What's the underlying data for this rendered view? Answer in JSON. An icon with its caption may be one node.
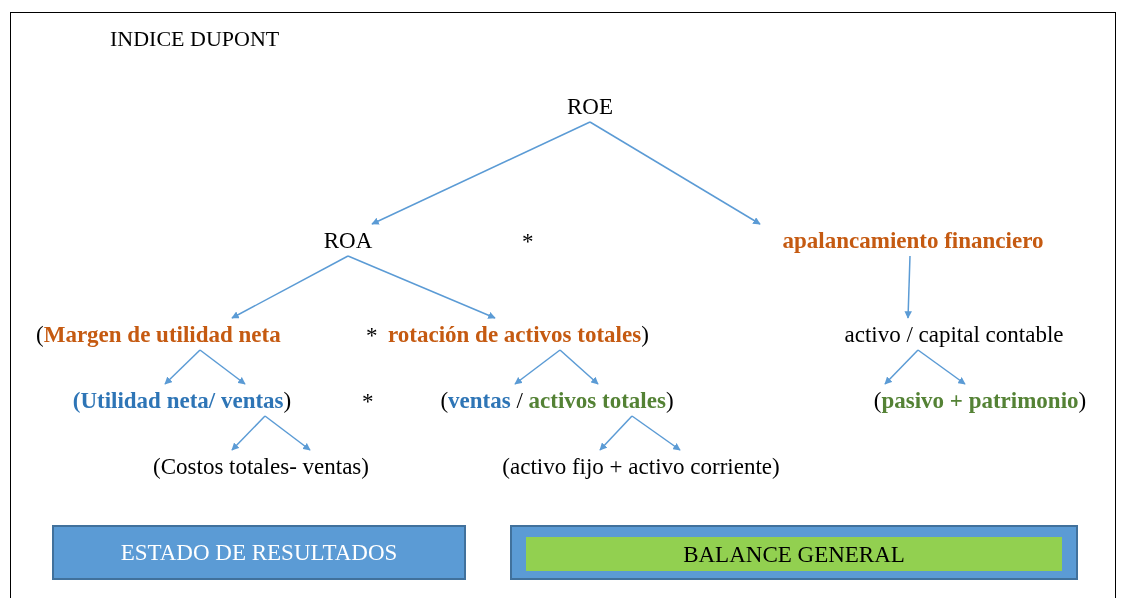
{
  "diagram": {
    "title": "INDICE DUPONT",
    "nodes": [
      {
        "text": [
          "ROE"
        ]
      },
      {
        "text": [
          "ROA"
        ]
      },
      {
        "text": [
          "apalancamiento financiero"
        ]
      },
      {
        "text": [
          "(**Margen de utilidad neta**"
        ]
      },
      {
        "text": [
          "**rotación de activos totales**)"
        ]
      },
      {
        "text": [
          "activo / capital contable"
        ]
      },
      {
        "text": [
          "**(Utilidad neta/ ventas**)"
        ]
      },
      {
        "text": [
          "(**ventas** / **activos totales**)"
        ]
      },
      {
        "text": [
          "(**pasivo + patrimonio**)"
        ]
      },
      {
        "text": [
          "(Costos totales- ventas)"
        ]
      },
      {
        "text": [
          "(activo fijo + activo corriente)"
        ]
      },
      {
        "text": [
          "ESTADO DE RESULTADOS"
        ]
      },
      {
        "text": [],
        "shape": "box"
      },
      {
        "text": [
          "BALANCE GENERAL"
        ],
        "in": 12
      }
    ],
    "edges": [
      {
        "from": 0,
        "to": 1,
        "arrow": "to"
      },
      {
        "from": 0,
        "to": 2,
        "arrow": "to"
      },
      {
        "from": 1,
        "to": 3,
        "arrow": "to"
      },
      {
        "from": 1,
        "to": 4,
        "arrow": "to"
      },
      {
        "from": 2,
        "to": 5,
        "arrow": "to"
      },
      {
        "from": 3,
        "to": 6,
        "arrow": "to"
      },
      {
        "from": 3,
        "to": 6,
        "arrow": "to"
      },
      {
        "from": 4,
        "to": 7,
        "arrow": "to"
      },
      {
        "from": 4,
        "to": 7,
        "arrow": "to"
      },
      {
        "from": 6,
        "to": 9,
        "arrow": "to"
      },
      {
        "from": 6,
        "to": 9,
        "arrow": "to"
      },
      {
        "from": 7,
        "to": 10,
        "arrow": "to"
      },
      {
        "from": 7,
        "to": 10,
        "arrow": "to"
      },
      {
        "from": 5,
        "to": 8,
        "arrow": "to"
      },
      {
        "from": 5,
        "to": 8,
        "arrow": "to"
      }
    ],
    "labels": [
      "*",
      "*",
      "*"
    ]
  }
}
